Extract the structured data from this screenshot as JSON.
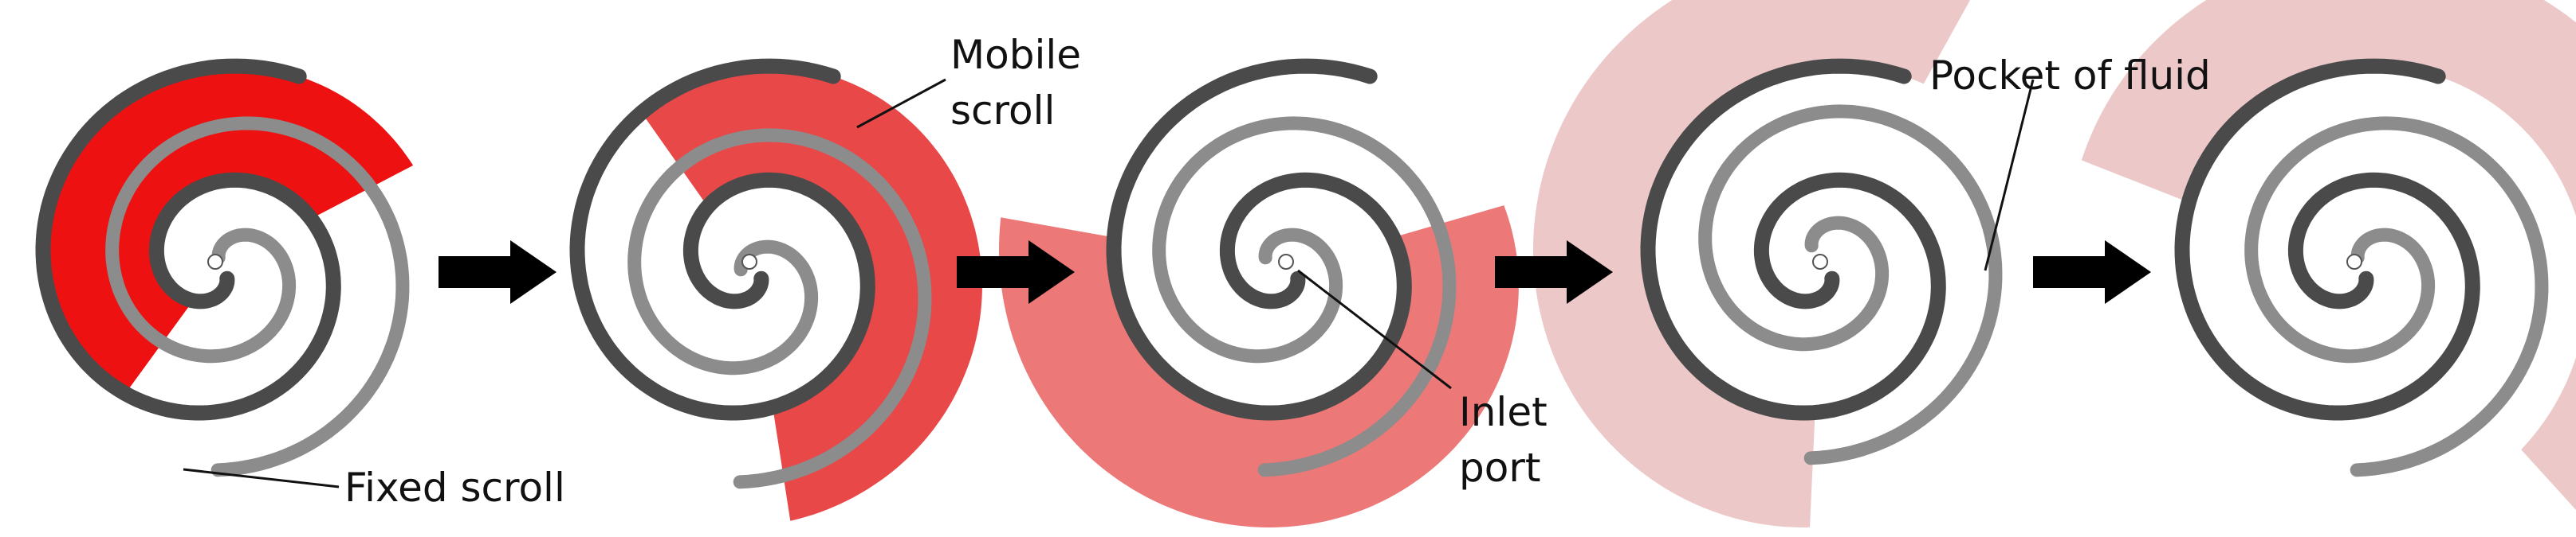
{
  "labels": {
    "mobile_line1": "Mobile",
    "mobile_line2": "scroll",
    "pocket": "Pocket of fluid",
    "inlet_line1": "Inlet",
    "inlet_line2": "port",
    "fixed": "Fixed scroll"
  },
  "colors": {
    "fixed_scroll": "#4a4a4a",
    "mobile_scroll": "#8c8c8c",
    "pocket_stage1": "#ee1111",
    "pocket_stage2": "#e84848",
    "pocket_stage3": "#ec7878",
    "pocket_stage4": "#ecc8c8",
    "pocket_stage5": "#ecc8c8",
    "arrow": "#000000"
  },
  "stages": [
    {
      "step": 1
    },
    {
      "step": 2
    },
    {
      "step": 3
    },
    {
      "step": 4
    },
    {
      "step": 5
    }
  ]
}
